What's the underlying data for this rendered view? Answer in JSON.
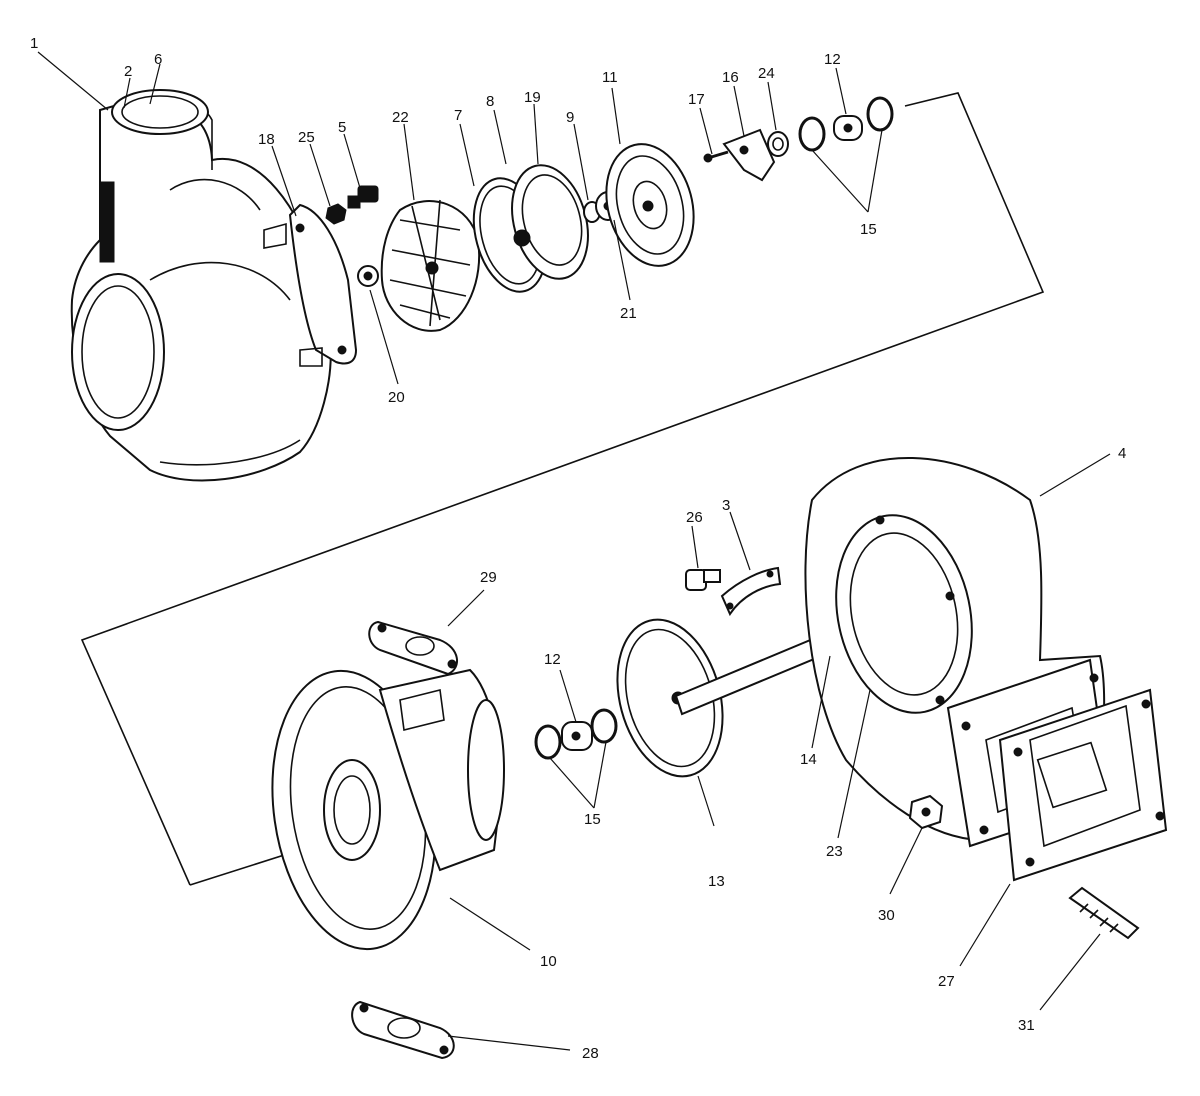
{
  "labels": {
    "p1": "1",
    "p2": "2",
    "p3": "3",
    "p4": "4",
    "p5": "5",
    "p6": "6",
    "p7": "7",
    "p8": "8",
    "p9": "9",
    "p10": "10",
    "p11": "11",
    "p12a": "12",
    "p12b": "12",
    "p13": "13",
    "p14": "14",
    "p15a": "15",
    "p15b": "15",
    "p16": "16",
    "p17": "17",
    "p18": "18",
    "p19": "19",
    "p20": "20",
    "p21": "21",
    "p22": "22",
    "p23": "23",
    "p24": "24",
    "p25": "25",
    "p26": "26",
    "p27": "27",
    "p28": "28",
    "p29": "29",
    "p30": "30",
    "p31": "31"
  }
}
